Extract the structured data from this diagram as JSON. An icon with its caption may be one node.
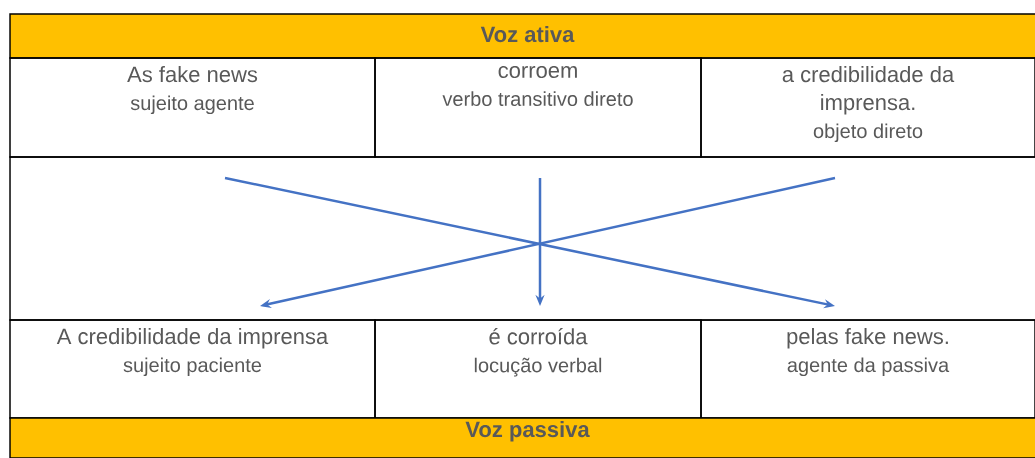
{
  "diagram": {
    "nodes": [
      {
        "text": [
          "Voz ativa"
        ]
      },
      {
        "text": [
          "As fake news",
          "sujeito agente"
        ]
      },
      {
        "text": [
          "corroem",
          "verbo transitivo direto"
        ]
      },
      {
        "text": [
          "a credibilidade da imprensa.",
          "objeto direto"
        ]
      },
      {
        "text": [
          "A credibilidade da imprensa",
          "sujeito paciente"
        ]
      },
      {
        "text": [
          "é corroída",
          "locução verbal"
        ]
      },
      {
        "text": [
          "pelas fake news.",
          "agente da passiva"
        ]
      },
      {
        "text": [
          "Voz passiva"
        ]
      }
    ],
    "edges": [
      {
        "from": 1,
        "to": 6,
        "arrow": "to"
      },
      {
        "from": 2,
        "to": 5,
        "arrow": "to"
      },
      {
        "from": 3,
        "to": 4,
        "arrow": "to"
      }
    ]
  }
}
